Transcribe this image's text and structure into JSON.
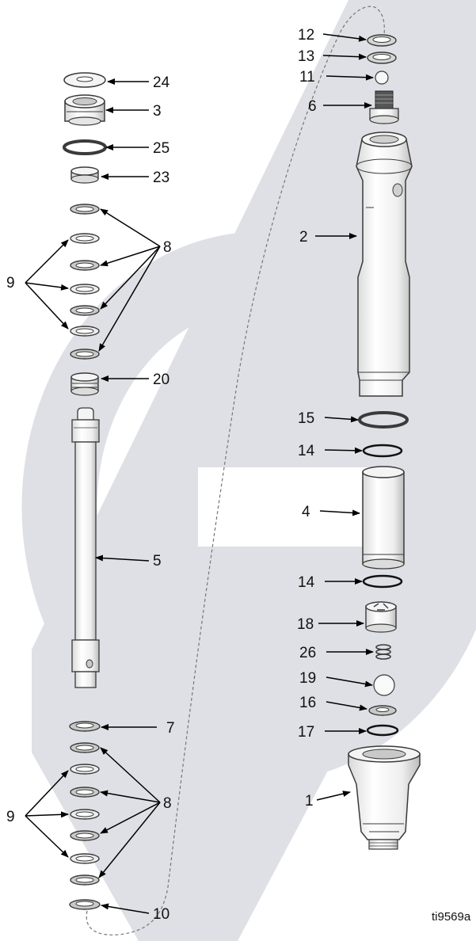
{
  "figure_id": "ti9569a",
  "callouts": {
    "c1": "1",
    "c2": "2",
    "c3": "3",
    "c4": "4",
    "c5": "5",
    "c6": "6",
    "c7": "7",
    "c8_upper": "8",
    "c8_lower": "8",
    "c9_upper": "9",
    "c9_lower": "9",
    "c10": "10",
    "c11": "11",
    "c12": "12",
    "c13": "13",
    "c14_upper": "14",
    "c14_lower": "14",
    "c15": "15",
    "c16": "16",
    "c17": "17",
    "c18": "18",
    "c19": "19",
    "c20": "20",
    "c23": "23",
    "c24": "24",
    "c25": "25",
    "c26": "26"
  },
  "colors": {
    "watermark": "#dfe0e5",
    "part_outline": "#3a3a3a",
    "part_fill": "#f4f4f4",
    "part_shade": "#c9c9c9",
    "leader": "#000000"
  }
}
